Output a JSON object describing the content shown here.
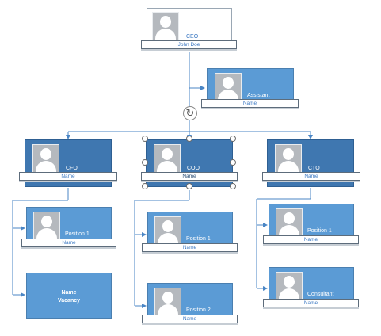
{
  "nodes": {
    "ceo": {
      "title": "CEO",
      "name": "John Doe"
    },
    "assistant": {
      "title": "Assistant",
      "name": "Name"
    },
    "cfo": {
      "title": "CFO",
      "name": "Name"
    },
    "coo": {
      "title": "COO",
      "name": "Name"
    },
    "cto": {
      "title": "CTO",
      "name": "Name"
    },
    "cfo_pos1": {
      "title": "Position 1",
      "name": "Name"
    },
    "cfo_vacancy": {
      "line1": "Name",
      "line2": "Vacancy"
    },
    "coo_pos1": {
      "title": "Position 1",
      "name": "Name"
    },
    "coo_pos2": {
      "title": "Position 2",
      "name": "Name"
    },
    "cto_pos1": {
      "title": "Position 1",
      "name": "Name"
    },
    "cto_consultant": {
      "title": "Consultant",
      "name": "Name"
    }
  },
  "colors": {
    "card_fill": "#5b9bd5",
    "selected_fill": "#3f77b0",
    "connector": "#4a86c5"
  },
  "icons": {
    "rotate": "rotate-arrow-icon",
    "photo": "person-placeholder-icon"
  }
}
